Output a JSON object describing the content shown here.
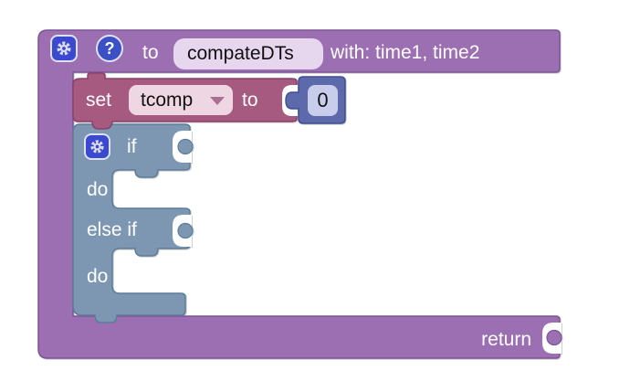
{
  "workspace": {
    "background": "#ffffff"
  },
  "colors": {
    "procedure_fill": "#9c6fb3",
    "procedure_stroke": "#7c5494",
    "set_fill": "#a65a80",
    "set_stroke": "#8a4168",
    "if_fill": "#7d97b2",
    "if_stroke": "#5c7d99",
    "number_fill": "#5c69ab",
    "number_stroke": "#414f91",
    "gear_button": "#3b49d1",
    "help_button": "#3c50c6",
    "name_field": "#e6d6ee",
    "dropdown_field": "#eed7e2",
    "number_field": "#c7cdea"
  },
  "procedure_block": {
    "label_to": "to",
    "name": "compateDTs",
    "params_label": "with: time1, time2",
    "return_label": "return"
  },
  "set_block": {
    "label_set": "set",
    "variable": "tcomp",
    "label_to": "to"
  },
  "number_block": {
    "value": "0"
  },
  "if_block": {
    "label_if": "if",
    "label_do1": "do",
    "label_elseif": "else if",
    "label_do2": "do"
  },
  "icons": {
    "help": "?"
  }
}
